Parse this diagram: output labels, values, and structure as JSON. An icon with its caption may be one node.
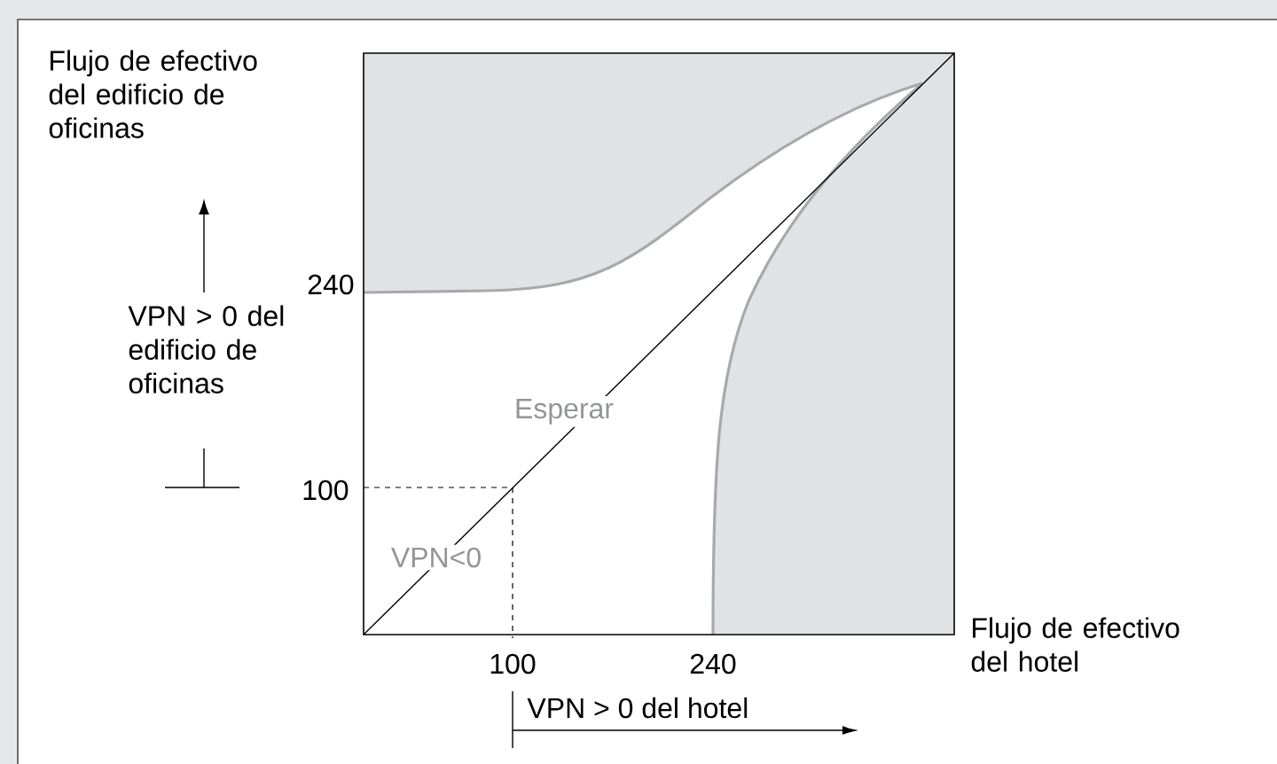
{
  "diagram": {
    "labels": [
      "Flujo de efectivo del edificio de oficinas",
      "240",
      "VPN > 0 del edificio de oficinas",
      "Esperar",
      "100",
      "VPN<0",
      "100",
      "240",
      "Flujo de efectivo del hotel",
      "VPN > 0 del hotel"
    ]
  }
}
